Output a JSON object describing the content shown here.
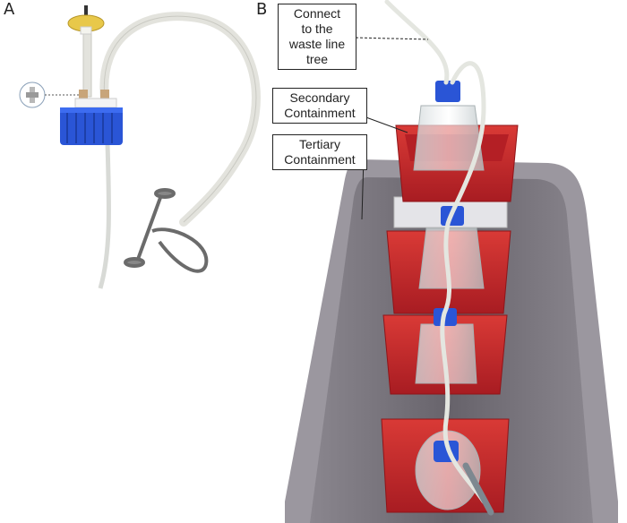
{
  "figure": {
    "panel_a_label": "A",
    "panel_b_label": "B"
  },
  "callouts": {
    "waste_line": [
      "Connect",
      "to the",
      "waste line",
      "tree"
    ],
    "secondary": [
      "Secondary",
      "Containment"
    ],
    "tertiary": [
      "Tertiary",
      "Containment"
    ]
  },
  "colors": {
    "cap_blue": "#2a55d6",
    "tray_red": "#c8242a",
    "bin_gray": "#6e6a72",
    "tubing": "#e6e6e0",
    "filter_yellow": "#e8c84a"
  }
}
